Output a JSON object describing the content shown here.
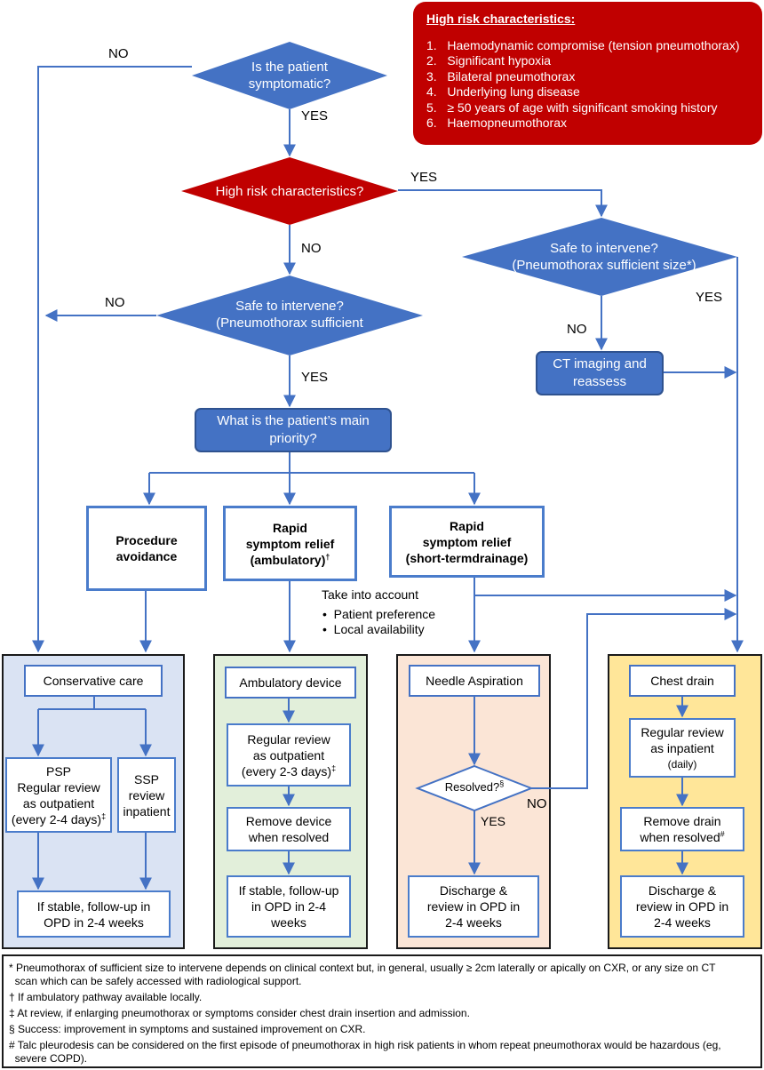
{
  "risk_box": {
    "title": "High risk characteristics:",
    "items": [
      "1.   Haemodynamic compromise (tension pneumothorax)",
      "2.   Significant hypoxia",
      "3.   Bilateral pneumothorax",
      "4.   Underlying lung disease",
      "5.   ≥ 50 years of age with significant smoking history",
      "6.   Haemopneumothorax"
    ]
  },
  "decisions": {
    "symptomatic": [
      "Is the patient",
      "symptomatic?"
    ],
    "high_risk": "High risk characteristics?",
    "safe_left": [
      "Safe to intervene?",
      "(Pneumothorax sufficient"
    ],
    "safe_right": [
      "Safe to intervene?",
      "(Pneumothorax sufficient size*)"
    ]
  },
  "labels": {
    "no": "NO",
    "yes": "YES"
  },
  "process": {
    "ct_imaging": [
      "CT imaging and",
      "reassess"
    ],
    "priority": [
      "What is the patient’s main",
      "priority?"
    ]
  },
  "options": {
    "procedure": [
      "Procedure",
      "avoidance"
    ],
    "rapid_amb": [
      "Rapid",
      "symptom relief",
      "(ambulatory)"
    ],
    "rapid_short": [
      "Rapid",
      "symptom relief",
      "(short-termdrainage)"
    ],
    "dagger": "†",
    "double_dagger": "‡",
    "section": "§",
    "hash": "#"
  },
  "take_into_account": {
    "title": "Take into account",
    "items": [
      "•  Patient preference",
      "•  Local availability"
    ]
  },
  "panel_conservative": {
    "header": "Conservative care",
    "psp": [
      "PSP",
      "Regular review",
      "as outpatient",
      "(every 2-4 days)"
    ],
    "ssp": [
      "SSP",
      "review",
      "inpatient"
    ],
    "follow": [
      "If stable, follow-up in",
      "OPD in 2-4 weeks"
    ]
  },
  "panel_ambulatory": {
    "header": "Ambulatory device",
    "review": [
      "Regular review",
      "as outpatient",
      "(every 2-3 days)"
    ],
    "remove": [
      "Remove device",
      "when resolved"
    ],
    "follow": [
      "If stable, follow-up",
      "in OPD in 2-4",
      "weeks"
    ]
  },
  "panel_needle": {
    "header": "Needle Aspiration",
    "resolved": "Resolved?",
    "discharge": [
      "Discharge &",
      "review in OPD in",
      "2-4 weeks"
    ]
  },
  "panel_drain": {
    "header": "Chest drain",
    "review": [
      "Regular review",
      "as inpatient",
      "(daily)"
    ],
    "remove": [
      "Remove drain",
      "when resolved"
    ],
    "discharge": [
      "Discharge &",
      "review in OPD in",
      "2-4 weeks"
    ]
  },
  "footnotes": [
    "* Pneumothorax of sufficient size to intervene depends on clinical context but, in general, usually ≥ 2cm laterally or apically on CXR, or any size on CT",
    "  scan which can be safely accessed with radiological support.",
    "† If ambulatory pathway available locally.",
    "‡ At review, if enlarging pneumothorax or symptoms consider chest drain insertion and admission.",
    "§ Success: improvement in symptoms and sustained improvement on CXR.",
    "# Talc pleurodesis can be considered on the first episode of pneumothorax in high risk patients in whom repeat pneumothorax would be hazardous (eg,",
    "  severe COPD)."
  ],
  "colors": {
    "blue": "#4472C4",
    "red": "#C00000",
    "panel_blue": "#DAE3F3",
    "panel_green": "#E2EFDA",
    "panel_salmon": "#FBE5D6",
    "panel_yellow": "#FFE699"
  }
}
